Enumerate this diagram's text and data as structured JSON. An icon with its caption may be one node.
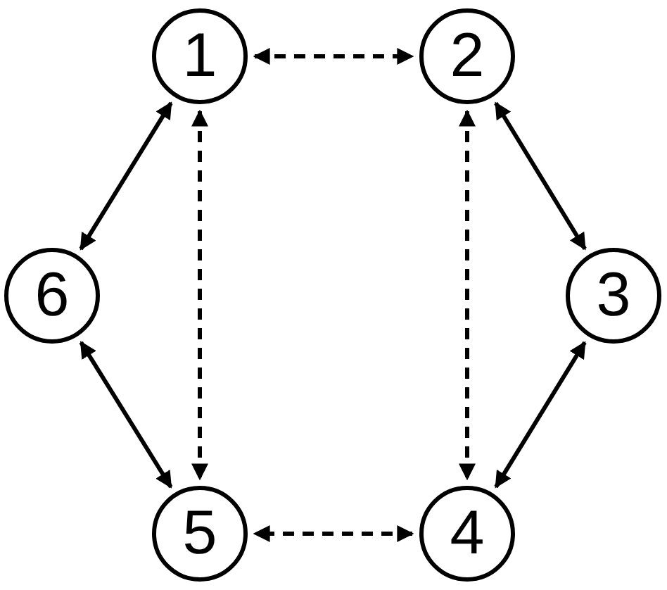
{
  "diagram": {
    "nodes": [
      {
        "text": [
          "1"
        ]
      },
      {
        "text": [
          "2"
        ]
      },
      {
        "text": [
          "3"
        ]
      },
      {
        "text": [
          "4"
        ]
      },
      {
        "text": [
          "5"
        ]
      },
      {
        "text": [
          "6"
        ]
      }
    ],
    "edges": [
      {
        "from": 0,
        "to": 1,
        "arrow": "both",
        "style": "dashed"
      },
      {
        "from": 1,
        "to": 2,
        "arrow": "both"
      },
      {
        "from": 2,
        "to": 3,
        "arrow": "both"
      },
      {
        "from": 3,
        "to": 4,
        "arrow": "both",
        "style": "dashed"
      },
      {
        "from": 4,
        "to": 5,
        "arrow": "both"
      },
      {
        "from": 5,
        "to": 0,
        "arrow": "both"
      },
      {
        "from": 0,
        "to": 4,
        "arrow": "both",
        "style": "dashed"
      },
      {
        "from": 1,
        "to": 3,
        "arrow": "both",
        "style": "dashed"
      }
    ]
  }
}
